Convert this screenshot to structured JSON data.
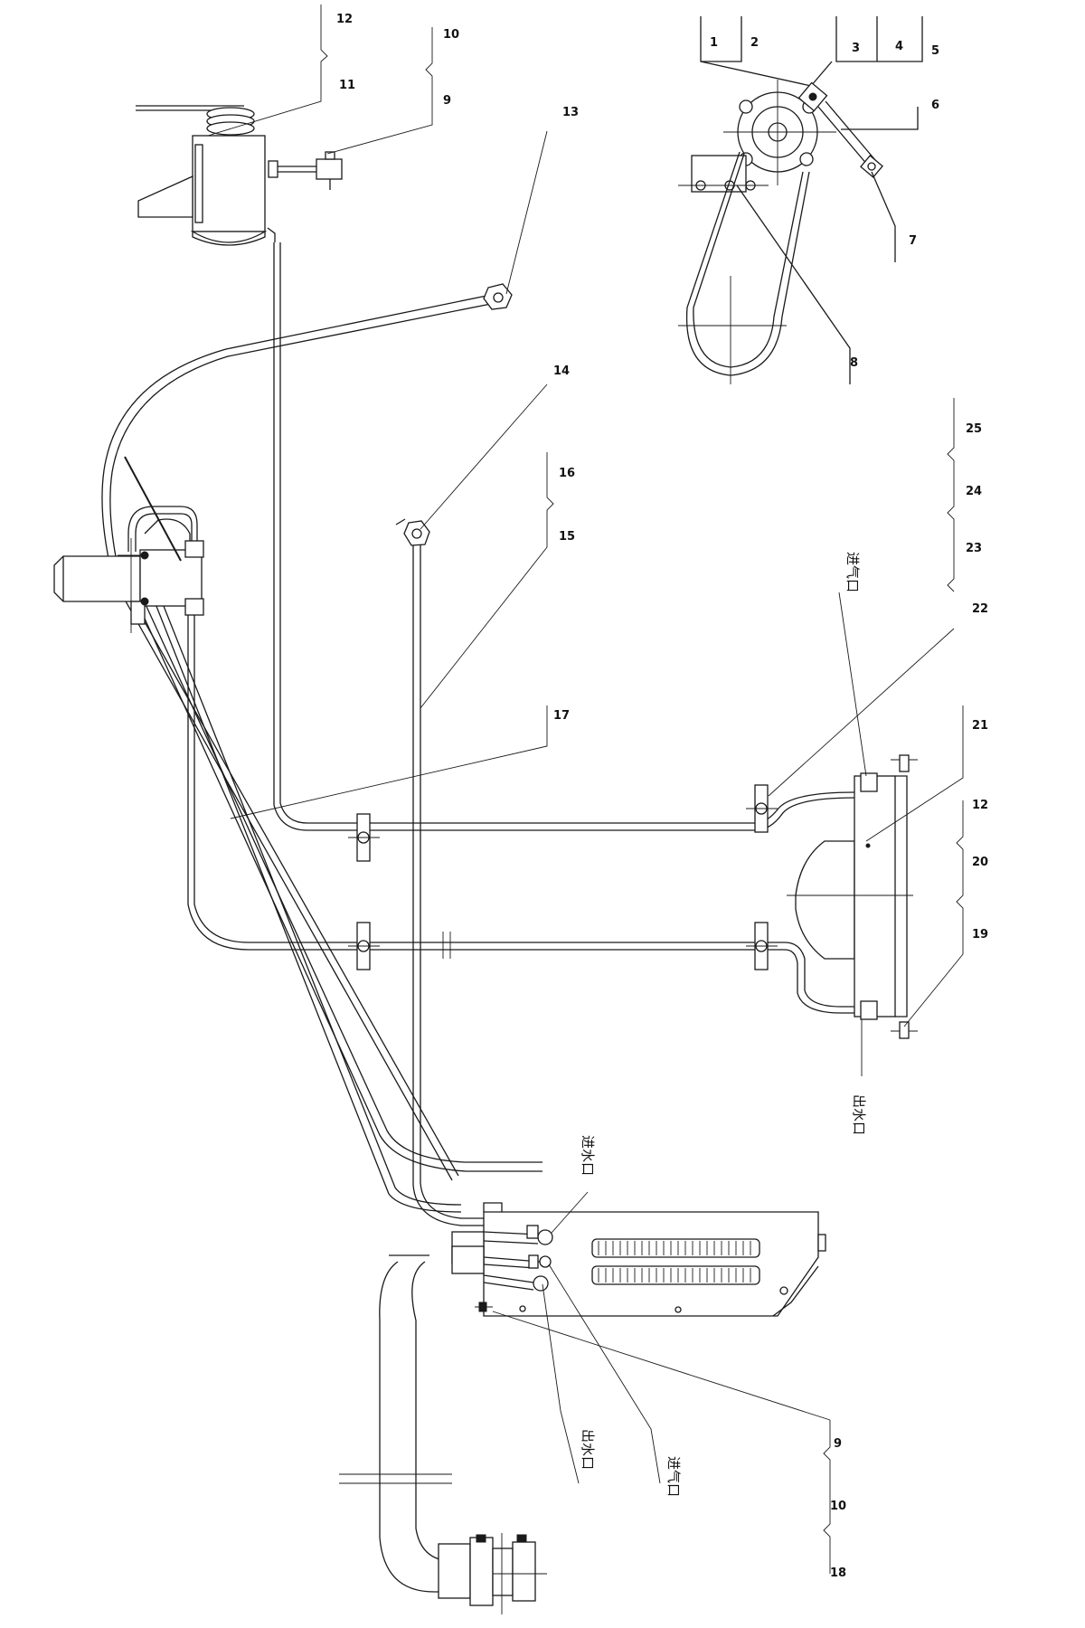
{
  "callouts": {
    "c1": "1",
    "c2": "2",
    "c3": "3",
    "c4": "4",
    "c5": "5",
    "c6": "6",
    "c7": "7",
    "c8": "8",
    "c9_top": "9",
    "c10_top": "10",
    "c11": "11",
    "c12_top": "12",
    "c13": "13",
    "c14": "14",
    "c15": "15",
    "c16": "16",
    "c17": "17",
    "c25": "25",
    "c24": "24",
    "c23": "23",
    "c22": "22",
    "c21": "21",
    "c12_right": "12",
    "c20": "20",
    "c19": "19",
    "c9_bottom": "9",
    "c10_bottom": "10",
    "c18": "18"
  },
  "port_labels": {
    "air_inlet": "进气口",
    "water_outlet_evap": "出水口",
    "water_inlet_box": "进水口",
    "water_outlet_box": "出水口",
    "air_inlet_box": "进气口"
  }
}
